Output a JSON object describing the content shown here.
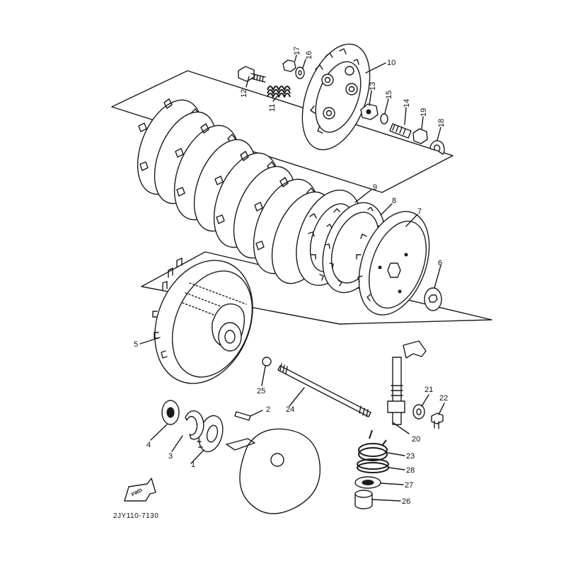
{
  "diagram": {
    "drawing_code": "2JY110-7130",
    "direction_badge": "FWD",
    "callouts": [
      {
        "id": "c1",
        "label": "1"
      },
      {
        "id": "c2",
        "label": "2"
      },
      {
        "id": "c3",
        "label": "3"
      },
      {
        "id": "c4",
        "label": "4"
      },
      {
        "id": "c5",
        "label": "5"
      },
      {
        "id": "c6",
        "label": "6"
      },
      {
        "id": "c7",
        "label": "7"
      },
      {
        "id": "c8",
        "label": "8"
      },
      {
        "id": "c9",
        "label": "9"
      },
      {
        "id": "c10",
        "label": "10"
      },
      {
        "id": "c11",
        "label": "11"
      },
      {
        "id": "c12",
        "label": "12"
      },
      {
        "id": "c13",
        "label": "13"
      },
      {
        "id": "c14",
        "label": "14"
      },
      {
        "id": "c15",
        "label": "15"
      },
      {
        "id": "c16",
        "label": "16"
      },
      {
        "id": "c17",
        "label": "17"
      },
      {
        "id": "c18",
        "label": "18"
      },
      {
        "id": "c19",
        "label": "19"
      },
      {
        "id": "c20",
        "label": "20"
      },
      {
        "id": "c21",
        "label": "21"
      },
      {
        "id": "c22",
        "label": "22"
      },
      {
        "id": "c23",
        "label": "23"
      },
      {
        "id": "c24",
        "label": "24"
      },
      {
        "id": "c25",
        "label": "25"
      },
      {
        "id": "c26",
        "label": "26"
      },
      {
        "id": "c27",
        "label": "27"
      },
      {
        "id": "c28",
        "label": "28"
      }
    ]
  }
}
